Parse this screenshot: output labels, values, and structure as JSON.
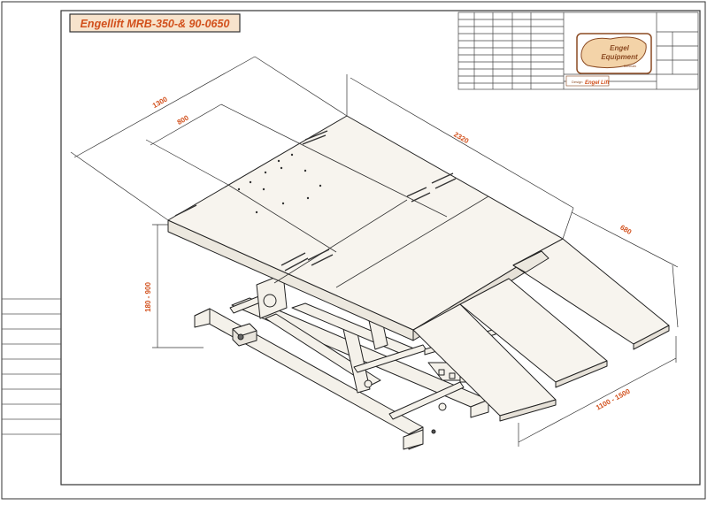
{
  "drawing": {
    "title": "Engellift  MRB-350-& 90-0650",
    "dimensions": {
      "overall_width": "1300",
      "platform_width": "800",
      "platform_length": "2320",
      "ramp_width": "680",
      "height_range": "180 - 900",
      "ramp_length": "1100 - 1500"
    },
    "logo": {
      "line1": "Engel",
      "line2": "Equipment",
      "line3": "Denmark",
      "strip_small": "Design",
      "strip_brand": "Engel Lift"
    }
  },
  "colors": {
    "title_text": "#d2501c",
    "title_box_bg": "#f7e3cc",
    "logo_brown": "#8b4a22",
    "logo_fill": "#f3d3a8",
    "line": "#222222",
    "platform_fill": "#f7f4ee"
  }
}
